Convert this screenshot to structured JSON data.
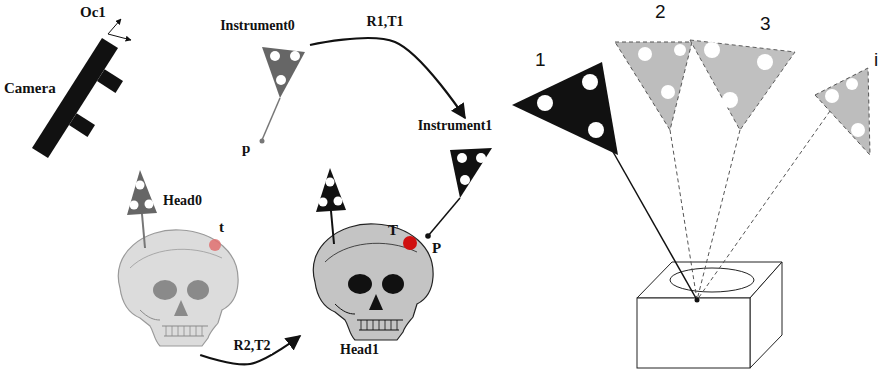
{
  "diagram": {
    "nodes": [
      {
        "text": [
          "Instrument0"
        ]
      },
      {
        "text": [
          "Instrument1"
        ]
      },
      {
        "text": [
          "Head0"
        ]
      },
      {
        "text": [
          "Head1"
        ]
      }
    ],
    "edges": [
      {
        "from": 0,
        "to": 1,
        "label": "R1,T1",
        "arrow": "to"
      },
      {
        "from": 2,
        "to": 3,
        "label": "R2,T2",
        "arrow": "to"
      }
    ],
    "labels": [
      "Oc1",
      "Camera",
      "p",
      "P",
      "t",
      "T",
      "1",
      "2",
      "3",
      "i"
    ]
  }
}
